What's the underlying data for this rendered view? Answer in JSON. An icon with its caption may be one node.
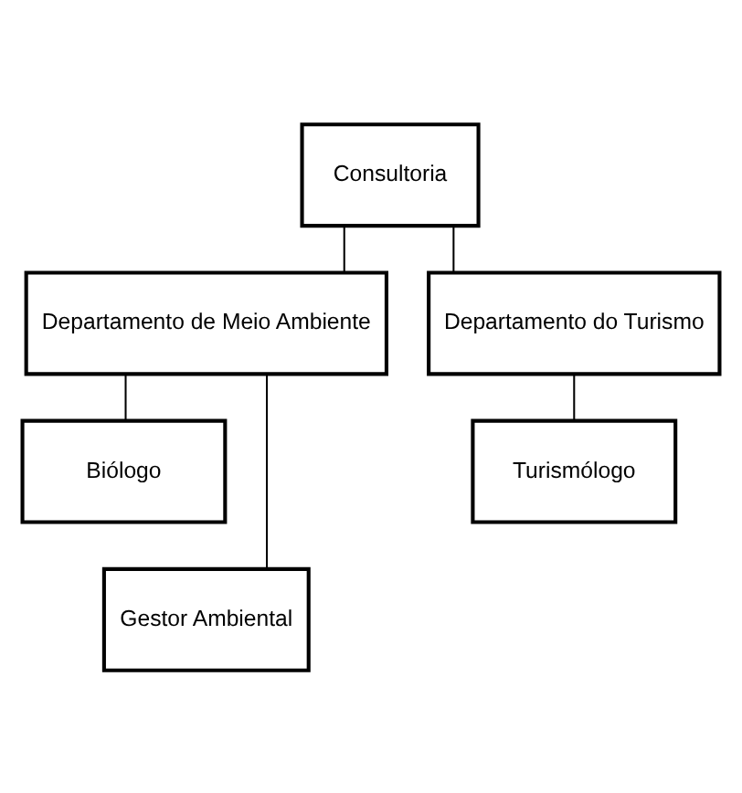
{
  "diagram": {
    "nodes": [
      {
        "text": [
          "Consultoria"
        ]
      },
      {
        "text": [
          "Departamento de Meio Ambiente"
        ]
      },
      {
        "text": [
          "Departamento do Turismo"
        ]
      },
      {
        "text": [
          "Biólogo"
        ]
      },
      {
        "text": [
          "Gestor Ambiental"
        ]
      },
      {
        "text": [
          "Turismólogo"
        ]
      }
    ],
    "edges": [
      {
        "from": 0,
        "to": 1,
        "arrow": "none"
      },
      {
        "from": 0,
        "to": 2,
        "arrow": "none"
      },
      {
        "from": 1,
        "to": 3,
        "arrow": "none"
      },
      {
        "from": 1,
        "to": 4,
        "arrow": "none"
      },
      {
        "from": 2,
        "to": 5,
        "arrow": "none"
      }
    ]
  }
}
